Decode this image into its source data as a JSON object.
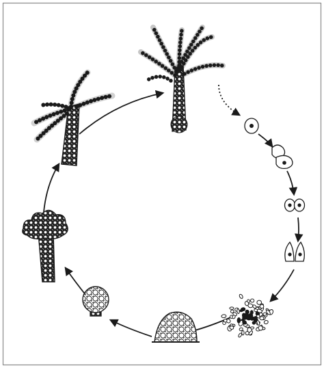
{
  "figure": {
    "stages": [
      {
        "id": "branched-adult",
        "icon": "adult-organism-with-branching-chains"
      },
      {
        "id": "cell-release",
        "icon": "single-cell"
      },
      {
        "id": "cell-division",
        "icon": "dividing-cell"
      },
      {
        "id": "two-cells",
        "icon": "paired-cells"
      },
      {
        "id": "two-cells-elongated",
        "icon": "paired-elongated-cells"
      },
      {
        "id": "scattered-cells",
        "icon": "cell-cluster"
      },
      {
        "id": "mound",
        "icon": "aggregate-mound"
      },
      {
        "id": "knob-stalk",
        "icon": "stalked-knob"
      },
      {
        "id": "young-stalk",
        "icon": "stalk-with-lobed-head"
      },
      {
        "id": "young-branching",
        "icon": "stalk-with-short-branches"
      }
    ],
    "colors": {
      "ink": "#1a1a1a",
      "paper": "#ffffff",
      "frame": "#888888"
    }
  }
}
